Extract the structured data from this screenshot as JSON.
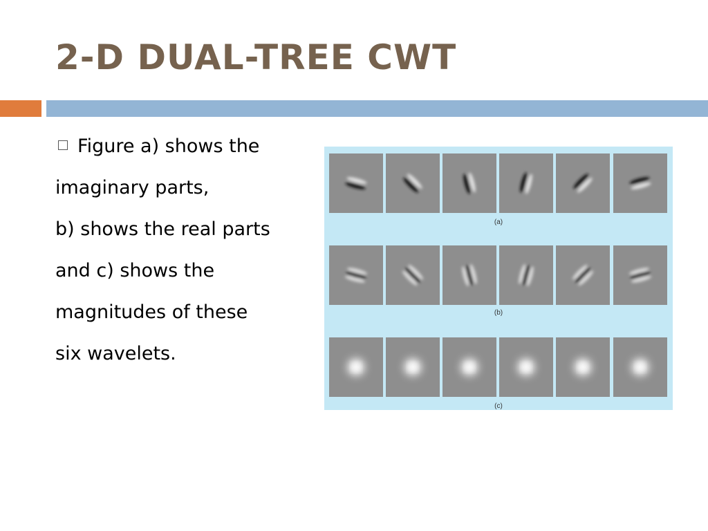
{
  "slide": {
    "title": "2-D DUAL-TREE CWT",
    "colors": {
      "title": "#76624e",
      "accent_bar": "#e07c3c",
      "main_bar": "#93b5d5",
      "figure_bg": "#c4e8f5"
    },
    "bullet_icon": "square-bullet-icon",
    "body_lines": [
      "Figure a) shows the",
      "imaginary parts,",
      "b) shows the real parts",
      "and c) shows the",
      "magnitudes of these",
      "six wavelets."
    ]
  },
  "figure": {
    "rows": [
      {
        "caption": "(a)",
        "kind": "imaginary"
      },
      {
        "caption": "(b)",
        "kind": "real"
      },
      {
        "caption": "(c)",
        "kind": "magnitude"
      }
    ],
    "orientations_deg": [
      75,
      45,
      15,
      -15,
      -45,
      -75
    ]
  }
}
